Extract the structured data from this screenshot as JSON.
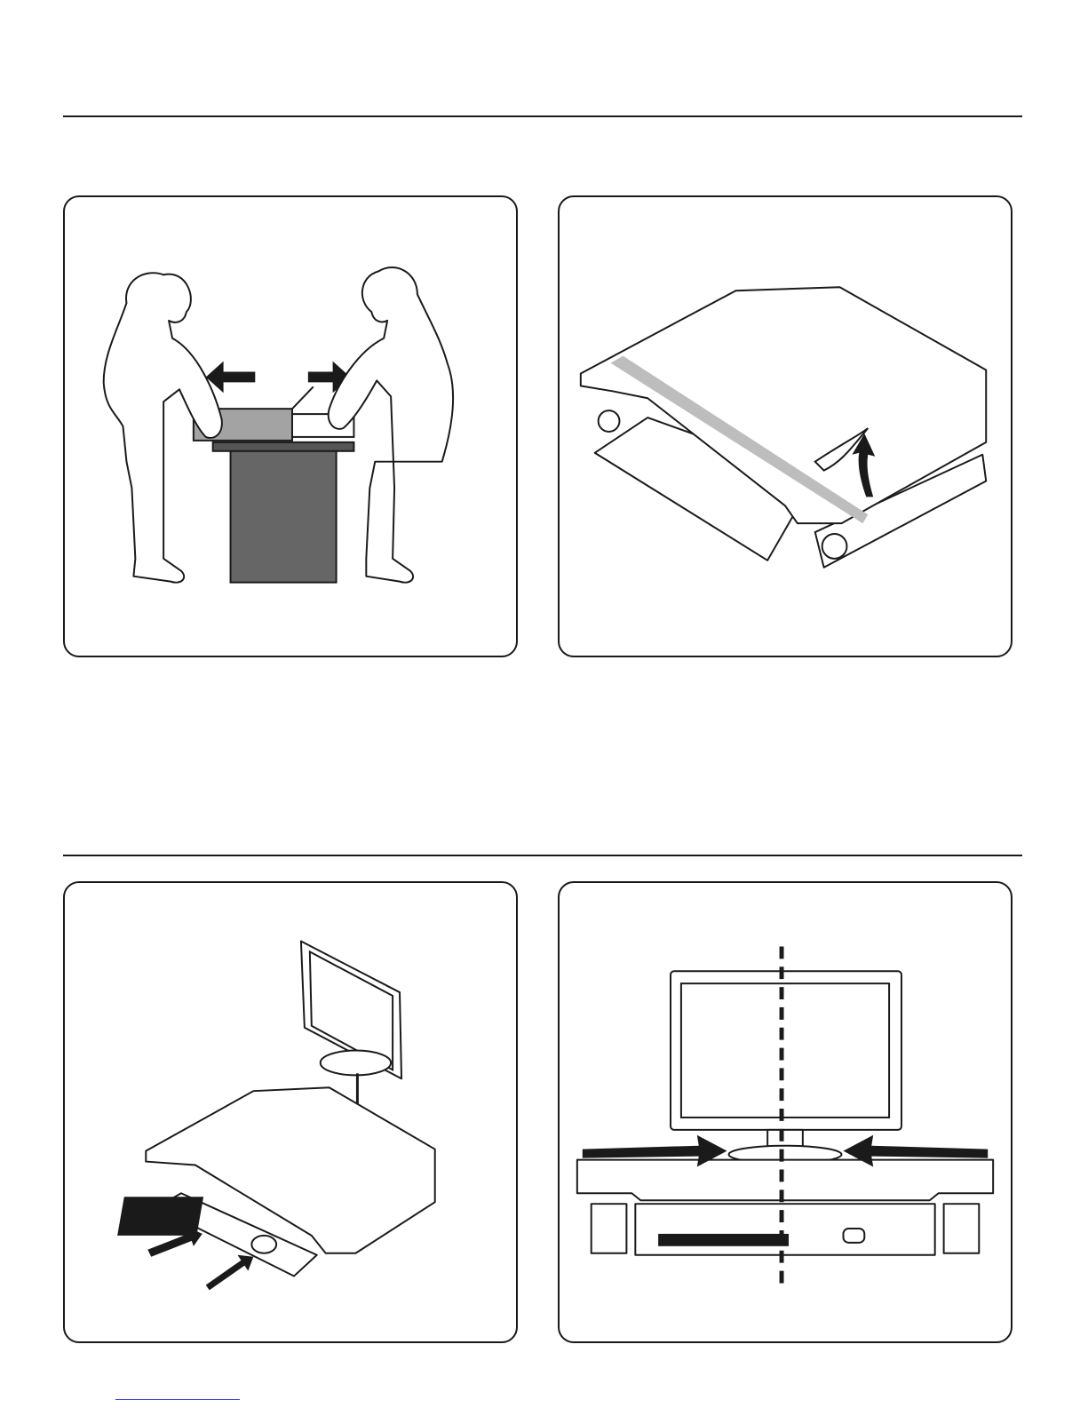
{
  "colors": {
    "line": "#1a1a1a",
    "desk_dark": "#666666",
    "box_gray": "#a3a3a3",
    "tape_gray": "#bdbdbd",
    "link_blue": "#3a3ad0"
  },
  "panels": [
    {
      "id": "unbox",
      "depicts": "two-people-lifting-unit-from-box"
    },
    {
      "id": "remove-tape",
      "depicts": "peel-tape-from-workstation"
    },
    {
      "id": "place-equipment",
      "depicts": "monitor-keyboard-mouse-placement"
    },
    {
      "id": "center-monitor",
      "depicts": "center-monitor-on-surface"
    }
  ]
}
